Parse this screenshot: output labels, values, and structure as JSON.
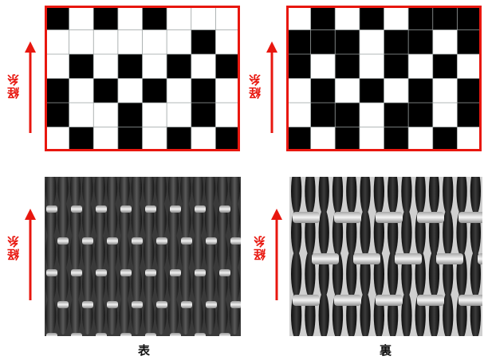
{
  "labels": {
    "warp": "経糸",
    "front": "表",
    "back": "裏"
  },
  "colors": {
    "accent": "#e8170f",
    "cell_dark": "#000000",
    "cell_light": "#ffffff",
    "grid_line": "#9aa0a0"
  },
  "diagrams": {
    "front": {
      "rows": 6,
      "cols": 8,
      "pattern": [
        [
          1,
          0,
          1,
          0,
          1,
          0,
          0,
          0
        ],
        [
          0,
          0,
          0,
          0,
          0,
          0,
          1,
          0
        ],
        [
          0,
          1,
          0,
          1,
          0,
          1,
          0,
          1
        ],
        [
          1,
          0,
          1,
          0,
          1,
          0,
          1,
          0
        ],
        [
          1,
          0,
          0,
          1,
          0,
          0,
          1,
          0
        ],
        [
          0,
          1,
          0,
          1,
          0,
          1,
          0,
          1
        ]
      ]
    },
    "back": {
      "rows": 6,
      "cols": 8,
      "pattern": [
        [
          0,
          1,
          0,
          1,
          0,
          1,
          1,
          1
        ],
        [
          1,
          1,
          1,
          0,
          1,
          1,
          0,
          1
        ],
        [
          1,
          0,
          1,
          0,
          1,
          0,
          1,
          0
        ],
        [
          0,
          1,
          0,
          1,
          0,
          1,
          0,
          1
        ],
        [
          0,
          1,
          1,
          0,
          1,
          1,
          0,
          1
        ],
        [
          1,
          0,
          1,
          0,
          1,
          0,
          1,
          0
        ]
      ]
    }
  }
}
